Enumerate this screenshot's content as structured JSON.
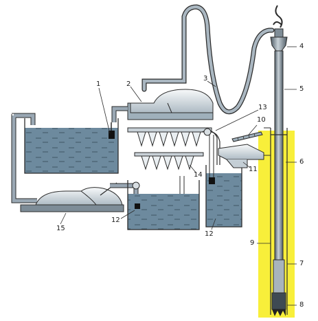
{
  "callouts": {
    "c1": "1",
    "c2": "2",
    "c3": "3",
    "c4": "4",
    "c5": "5",
    "c6": "6",
    "c7": "7",
    "c8": "8",
    "c9": "9",
    "c10": "10",
    "c11": "11",
    "c12a": "12",
    "c12b": "12",
    "c13": "13",
    "c14": "14",
    "c15": "15"
  },
  "colors": {
    "water": "#6d8a9e",
    "water_dark": "#56707f",
    "tank_wall": "#8a9ba8",
    "pipe": "#9aa8b4",
    "pipe_dark": "#5d6a74",
    "device_light": "#eef1f3",
    "device_shade": "#b8c3cb",
    "yellow_zone": "#f8ef3a",
    "line": "#222222"
  }
}
